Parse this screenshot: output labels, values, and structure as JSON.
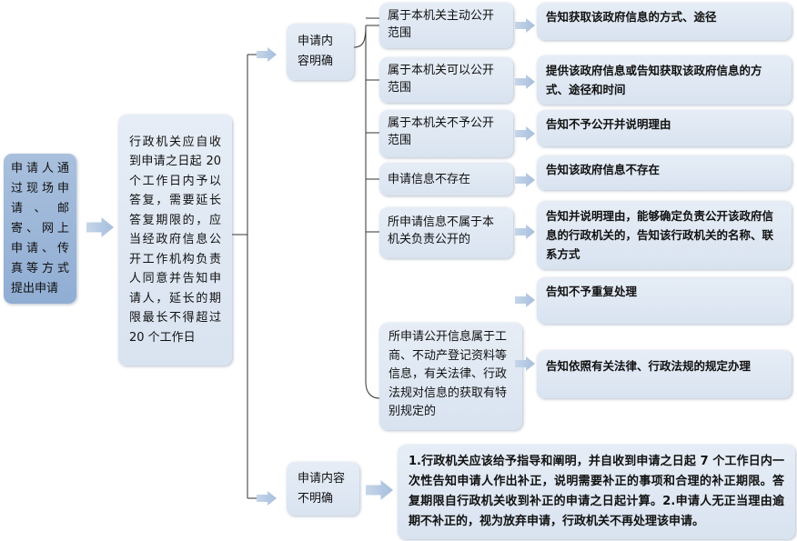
{
  "applicant": "申请人通过现场申请、邮寄、网上申请、传真等方式提出申请",
  "reply_rule": "行政机关应自收到申请之日起 20 个工作日内予以答复，需要延长答复期限的，应当经政府信息公开工作机构负责人同意并告知申请人，延长的期限最长不得超过20 个工作日",
  "clear": {
    "label": "申请内容明确",
    "cases": [
      {
        "condition": "属于本机关主动公开范围",
        "result": "告知获取该政府信息的方式、途径"
      },
      {
        "condition": "属于本机关可以公开范围",
        "result": "提供该政府信息或告知获取该政府信息的方式、途径和时间"
      },
      {
        "condition": "属于本机关不予公开范围",
        "result": "告知不予公开并说明理由"
      },
      {
        "condition": "申请信息不存在",
        "result": "告知该政府信息不存在"
      },
      {
        "condition": "所申请信息不属于本机关负责公开的",
        "result": "告知并说明理由，能够确定负责公开该政府信息的行政机关的，告知该行政机关的名称、联系方式"
      },
      {
        "condition": "",
        "result": "告知不予重复处理"
      },
      {
        "condition": "所申请公开信息属于工商、不动产登记资料等信息，有关法律、行政法规对信息的获取有特别规定的",
        "result": "告知依照有关法律、行政法规的规定办理"
      }
    ]
  },
  "unclear": {
    "label": "申请内容不明确",
    "result": "1.行政机关应该给予指导和阐明，并自收到申请之日起 7 个工作日内一次性告知申请人作出补正，说明需要补正的事项和合理的补正期限。答复期限自行政机关收到补正的申请之日起计算。2.申请人无正当理由逾期不补正的，视为放弃申请，行政机关不再处理该申请。"
  }
}
